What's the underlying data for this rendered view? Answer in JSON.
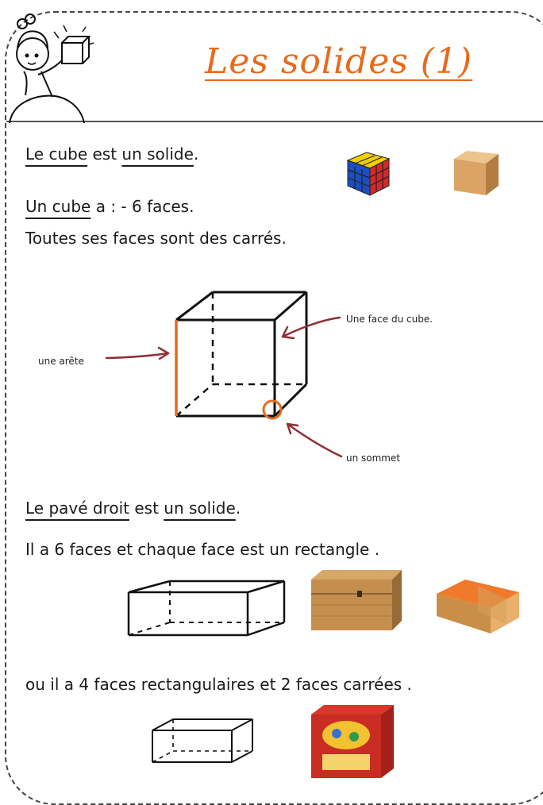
{
  "title": "Les solides (1)",
  "cube_section": {
    "line1": {
      "term": "Le cube",
      "verb": " est ",
      "kind": "un solide",
      "end": "."
    },
    "line2": {
      "term": "Un cube",
      "rest": " a : - 6 faces."
    },
    "line3": "Toutes ses faces sont des carrés."
  },
  "diagram_labels": {
    "face": "Une face du cube.",
    "edge": "une arête",
    "vertex": "un sommet"
  },
  "prism_section": {
    "line1": {
      "term": "Le pavé droit",
      "verb": " est ",
      "kind": "un solide",
      "end": "."
    },
    "line2": "Il  a  6 faces et chaque face est un rectangle .",
    "line3": "ou il a 4 faces rectangulaires et 2 faces carrées ."
  },
  "colors": {
    "accent": "#e66b1c",
    "arrow": "#8e2f38",
    "ink": "#111111"
  }
}
